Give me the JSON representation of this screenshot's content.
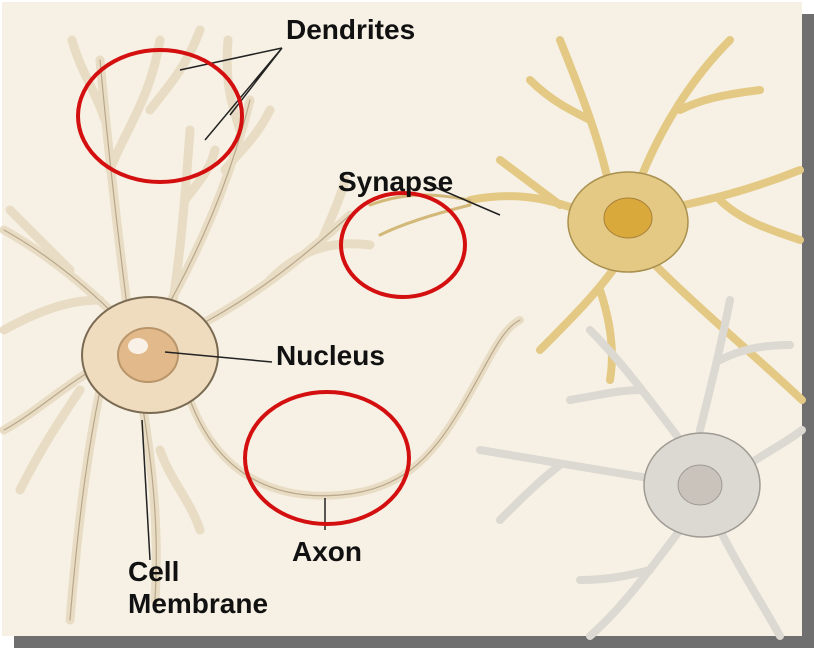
{
  "labels": {
    "dendrites": "Dendrites",
    "synapse": "Synapse",
    "nucleus": "Nucleus",
    "axon": "Axon",
    "cell_line1": "Cell",
    "cell_line2": "Membrane"
  },
  "colors": {
    "background": "#f6f1e4",
    "frame_shadow": "#6f6f6f",
    "highlight_circle": "#d40f0f",
    "neuron_left": "#efdcbf",
    "neuron_left_nucleus": "#e2b98a",
    "neuron_right_top": "#e4c984",
    "neuron_right_top_nucleus": "#d9a93c",
    "neuron_right_bottom": "#dcd8d2",
    "neuron_right_bottom_nucleus": "#c9c3bc",
    "outline": "#7a6a52",
    "leader_line": "#222222"
  }
}
